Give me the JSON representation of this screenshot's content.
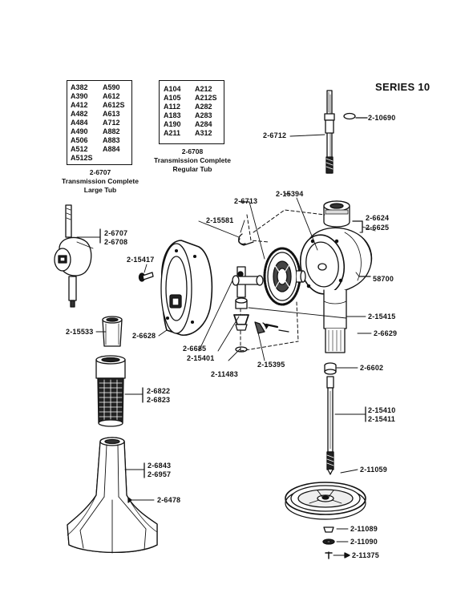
{
  "series_title": "SERIES 10",
  "large_tub_table": {
    "col1": [
      "A382",
      "A390",
      "A412",
      "A482",
      "A484",
      "A490",
      "A506",
      "A512",
      "A512S"
    ],
    "col2": [
      "A590",
      "A612",
      "A612S",
      "A613",
      "A712",
      "A882",
      "A883",
      "A884"
    ],
    "part": "2-6707",
    "desc1": "Transmission Complete",
    "desc2": "Large Tub"
  },
  "regular_tub_table": {
    "col1": [
      "A104",
      "A105",
      "A112",
      "A183",
      "A190",
      "A211"
    ],
    "col2": [
      "A212",
      "A212S",
      "A282",
      "A283",
      "A284",
      "A312"
    ],
    "part": "2-6708",
    "desc1": "Transmission Complete",
    "desc2": "Regular Tub"
  },
  "labels": {
    "p10690": "2-10690",
    "p6712": "2-6712",
    "p6713": "2-6713",
    "p15394": "2-15394",
    "p15581": "2-15581",
    "p6624": "2-6624",
    "p6625": "2-6625",
    "p6707": "2-6707",
    "p6708": "2-6708",
    "p15417": "2-15417",
    "p58700": "58700",
    "p15415": "2-15415",
    "p6629": "2-6629",
    "p15533": "2-15533",
    "p6628": "2-6628",
    "p6685": "2-6685",
    "p15401": "2-15401",
    "p15395": "2-15395",
    "p11483": "2-11483",
    "p6602": "2-6602",
    "p6822": "2-6822",
    "p6823": "2-6823",
    "p15410": "2-15410",
    "p15411": "2-15411",
    "p6843": "2-6843",
    "p6957": "2-6957",
    "p11059": "2-11059",
    "p6478": "2-6478",
    "p11089": "2-11089",
    "p11090": "2-11090",
    "p11375": "2-11375"
  }
}
